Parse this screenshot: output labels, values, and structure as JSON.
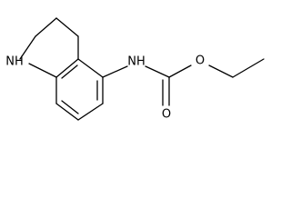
{
  "structure": {
    "atoms": {
      "ring_nh": "NH",
      "amide_nh": "NH",
      "carbonyl_o": "O",
      "ether_o": "O"
    }
  },
  "colors": {
    "bond": "#000000",
    "background": "#ffffff"
  }
}
